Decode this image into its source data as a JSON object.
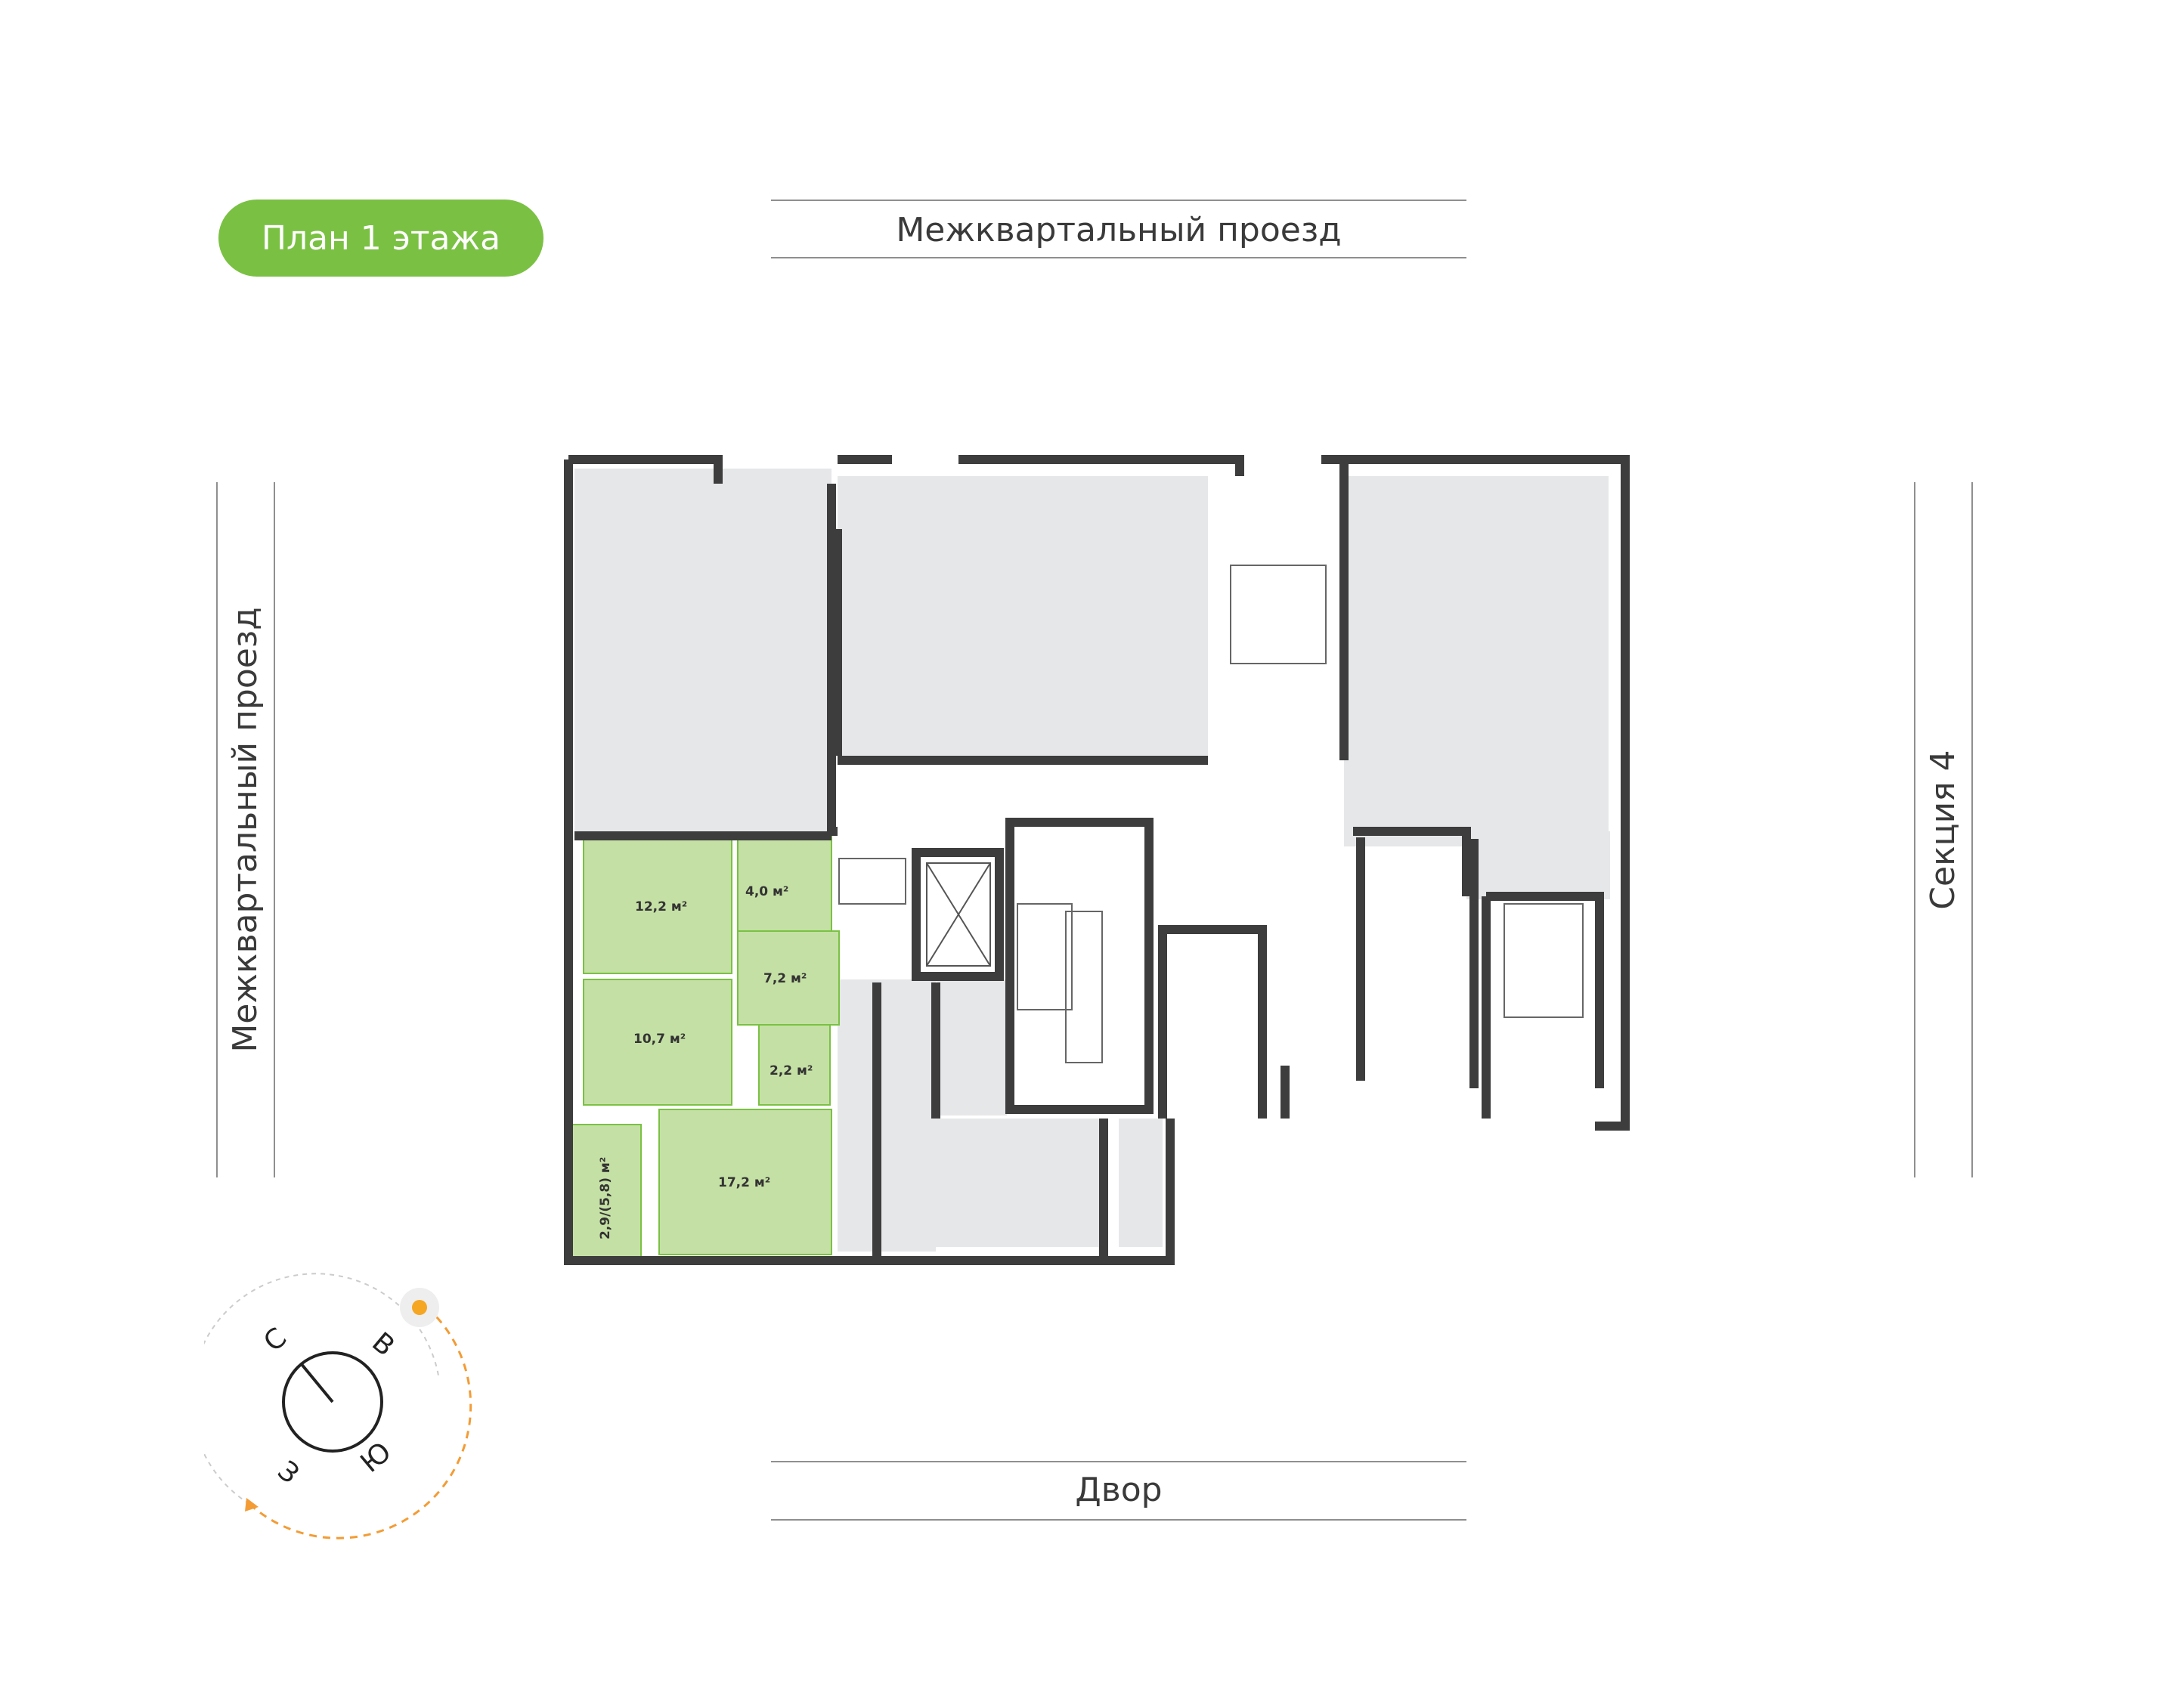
{
  "floor_badge": {
    "label": "План 1 этажа",
    "color": "#7ac143"
  },
  "streets": {
    "top": "Межквартальный проезд",
    "left": "Межквартальный проезд",
    "bottom": "Двор",
    "right": "Секция 4"
  },
  "rooms": [
    {
      "id": "room-12",
      "area": "12,2 м²"
    },
    {
      "id": "room-4",
      "area": "4,0 м²"
    },
    {
      "id": "room-7",
      "area": "7,2 м²"
    },
    {
      "id": "room-10",
      "area": "10,7 м²"
    },
    {
      "id": "room-2",
      "area": "2,2 м²"
    },
    {
      "id": "room-17",
      "area": "17,2 м²"
    },
    {
      "id": "room-terrace",
      "area": "2,9/(5,8) м²"
    }
  ],
  "compass": {
    "north": "С",
    "east": "В",
    "south": "Ю",
    "west": "З",
    "sun_color": "#f5a623",
    "path_color": "#f39c35"
  },
  "colors": {
    "highlight_fill": "#c5e0a5",
    "highlight_stroke": "#7ac143",
    "wall": "#3d3d3d",
    "room_fill": "#e6e7e9"
  }
}
